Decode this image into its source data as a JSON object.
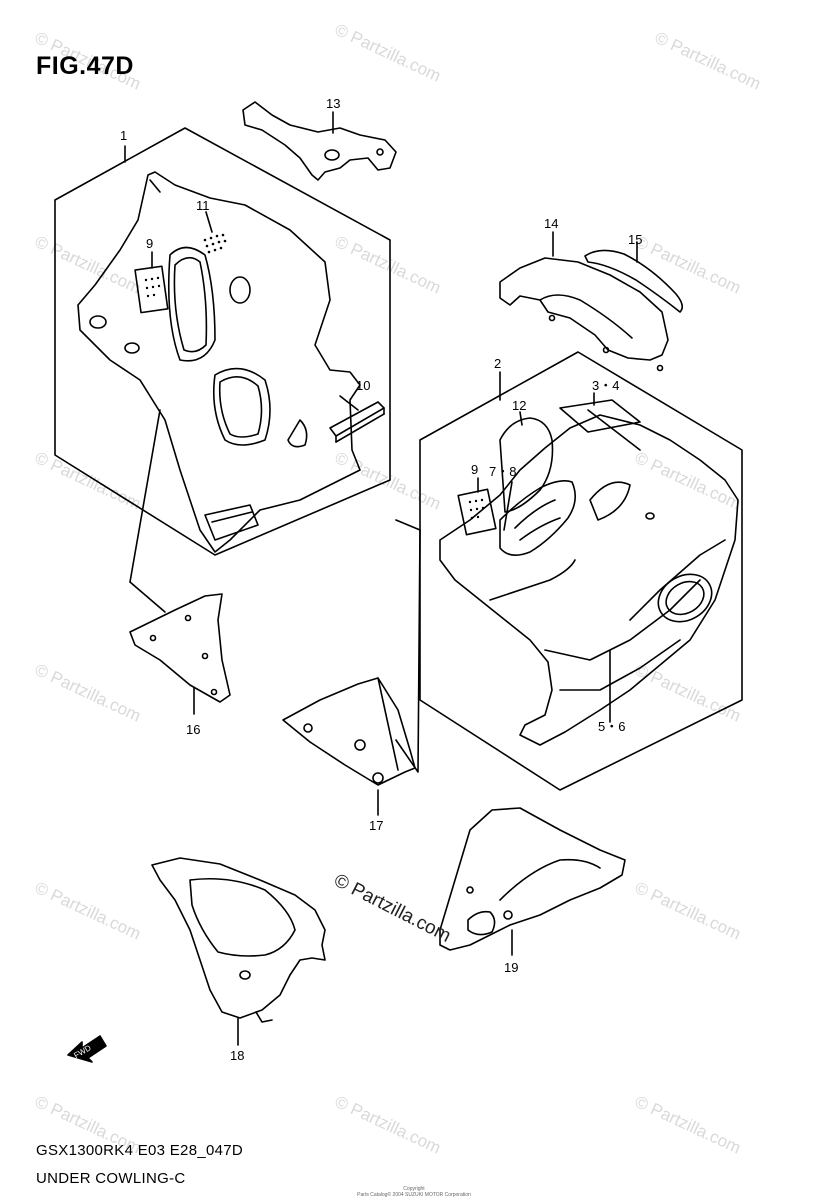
{
  "figure_title": "FIG.47D",
  "footer": {
    "code": "GSX1300RK4 E03 E28_047D",
    "name": "UNDER COWLING-C"
  },
  "copyright": {
    "line1": "Copyright",
    "line2": "Parts Catalog© 2004 SUZUKI MOTOR Corporation"
  },
  "watermark_text": "© Partzilla.com",
  "fwd_label": "FWD",
  "callouts": {
    "c1": "1",
    "c2": "2",
    "c3_4": "3・4",
    "c5_6": "5・6",
    "c7_8": "7・8",
    "c9a": "9",
    "c9b": "9",
    "c10": "10",
    "c11": "11",
    "c12": "12",
    "c13": "13",
    "c14": "14",
    "c15": "15",
    "c16": "16",
    "c17": "17",
    "c18": "18",
    "c19": "19"
  }
}
